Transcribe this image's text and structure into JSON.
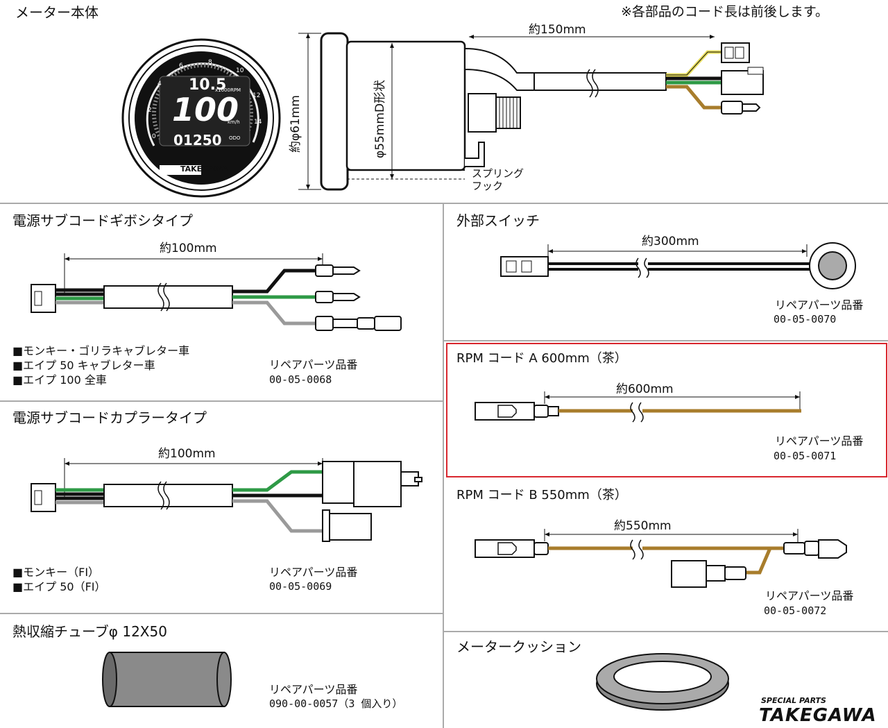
{
  "meter": {
    "title": "メーター本体",
    "note": "※各部品のコード長は前後します。",
    "cord_length": "約150mm",
    "diameter_outer": "約φ61mm",
    "diameter_inner": "φ55mmD形状",
    "spring_hook": [
      "スプリング",
      "フック"
    ],
    "display": {
      "rpm_value": "10.5",
      "rpm_unit": "x1000RPM",
      "speed": "100",
      "speed_unit": "km/h",
      "odo_value": "01250",
      "odo_unit": "ODO",
      "brand": "TAKEGAWA",
      "scale": [
        "0",
        "2",
        "4",
        "6",
        "8",
        "10",
        "12",
        "14"
      ]
    }
  },
  "sections": {
    "power_gibo": {
      "title": "電源サブコードギボシタイプ",
      "length": "約100mm",
      "vehicles": [
        "■モンキー・ゴリラキャブレター車",
        "■エイプ 50 キャブレター車",
        "■エイプ 100 全車"
      ],
      "part_label": "リペアパーツ品番",
      "part_no": "00-05-0068"
    },
    "power_coupler": {
      "title": "電源サブコードカプラータイプ",
      "length": "約100mm",
      "vehicles": [
        "■モンキー（FI）",
        "■エイプ 50（FI）"
      ],
      "part_label": "リペアパーツ品番",
      "part_no": "00-05-0069"
    },
    "heat_shrink": {
      "title": "熱収縮チューブφ 12X50",
      "part_label": "リペアパーツ品番",
      "part_no": "090-00-0057（3 個入り）"
    },
    "ext_switch": {
      "title": "外部スイッチ",
      "length": "約300mm",
      "part_label": "リペアパーツ品番",
      "part_no": "00-05-0070"
    },
    "rpm_a": {
      "title": "RPM コード A 600mm（茶）",
      "length": "約600mm",
      "part_label": "リペアパーツ品番",
      "part_no": "00-05-0071"
    },
    "rpm_b": {
      "title": "RPM コード B 550mm（茶）",
      "length": "約550mm",
      "part_label": "リペアパーツ品番",
      "part_no": "00-05-0072"
    },
    "cushion": {
      "title": "メータークッション"
    }
  },
  "logo": {
    "line1": "SPECIAL PARTS",
    "line2": "TAKEGAWA"
  },
  "colors": {
    "highlight": "#d9262e",
    "wire_green": "#2e9a46",
    "wire_brown": "#a87d2c",
    "wire_gray": "#9a9a9a",
    "wire_yellow": "#e6dc5a",
    "separator": "#aaaaaa"
  }
}
